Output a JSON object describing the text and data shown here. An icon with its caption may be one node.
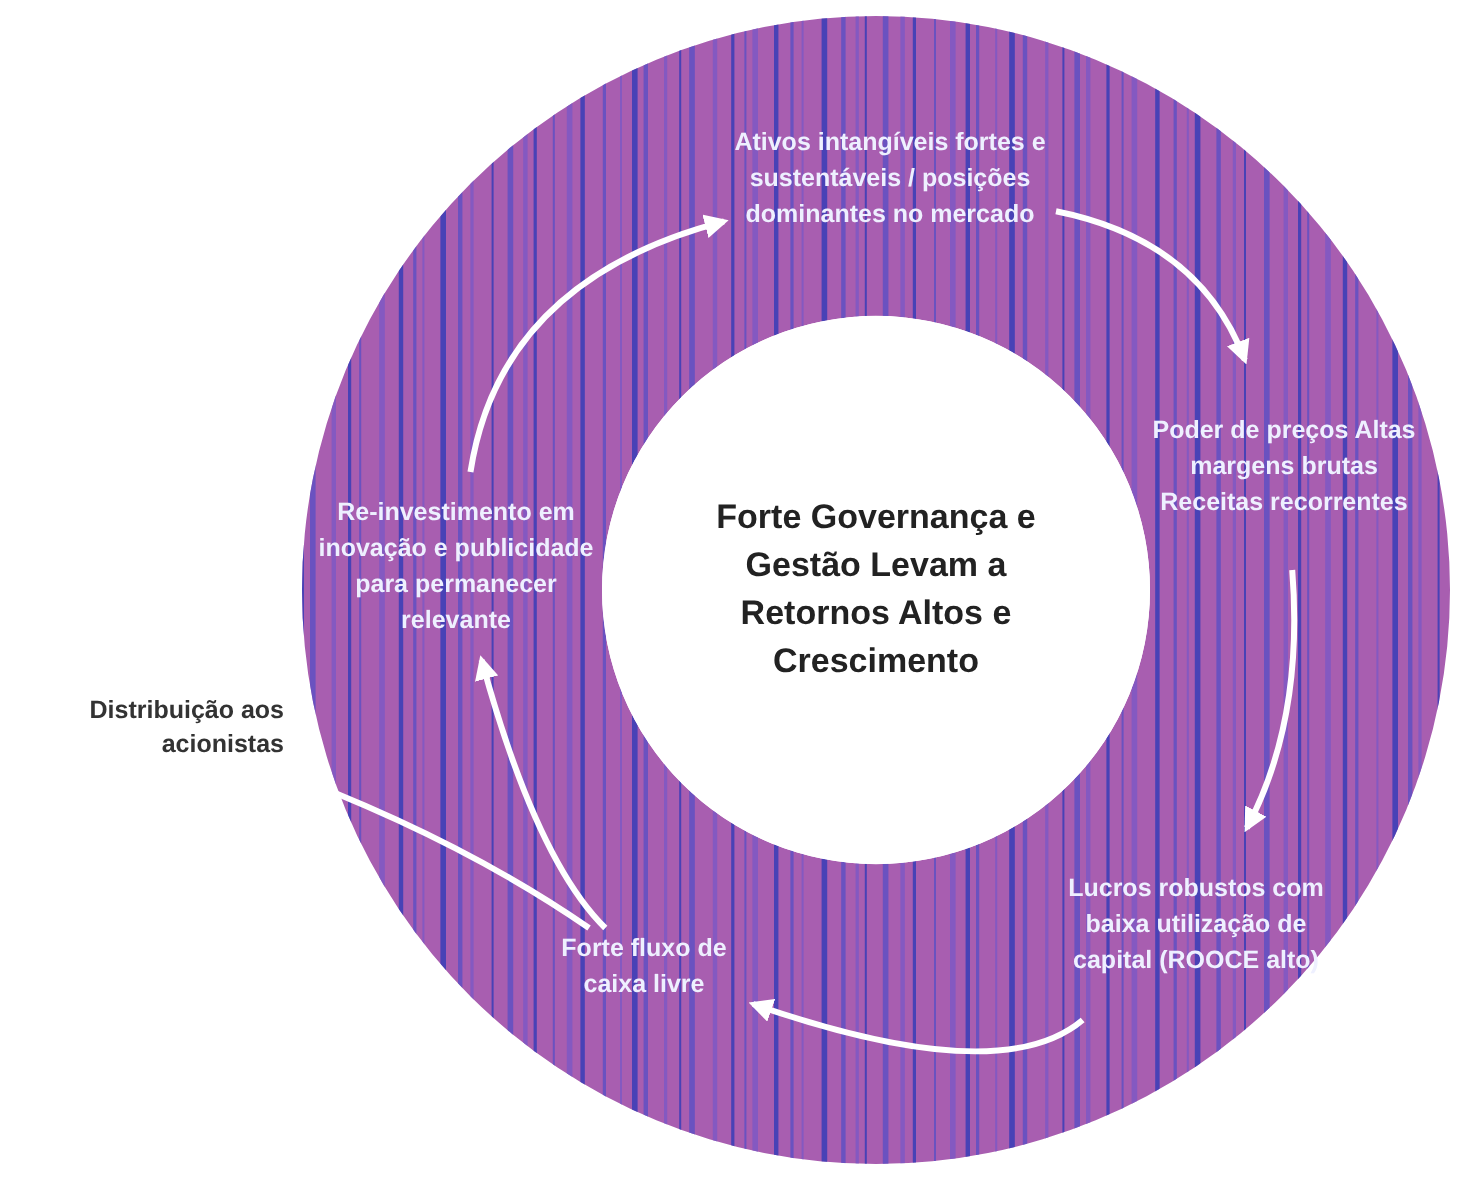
{
  "diagram": {
    "nodes": [
      {
        "text": [
          "Ativos intangíveis fortes e sustentáveis / posições dominantes no mercado"
        ]
      },
      {
        "text": [
          "Forte Governança e Gestão Levam a Retornos Altos e Crescimento"
        ]
      },
      {
        "text": [
          "Poder de preços Altas margens brutas Receitas recorrentes"
        ]
      },
      {
        "text": [
          "Re-investimento em inovação e publicidade para permanecer relevante"
        ]
      },
      {
        "text": [
          "Distribuição aos acionistas"
        ]
      },
      {
        "text": [
          "Lucros robustos com baixa utilização de capital (ROOCE alto)"
        ]
      },
      {
        "text": [
          "Forte fluxo de caixa livre"
        ]
      }
    ],
    "edges": [
      {
        "from": 0,
        "to": 2,
        "arrow": "to"
      },
      {
        "from": 2,
        "to": 5,
        "arrow": "to"
      },
      {
        "from": 5,
        "to": 6,
        "arrow": "to"
      },
      {
        "from": 6,
        "to": 3,
        "arrow": "to"
      },
      {
        "from": 3,
        "to": 0,
        "arrow": "to"
      },
      {
        "from": 6,
        "to": 4,
        "arrow": "to"
      }
    ]
  }
}
